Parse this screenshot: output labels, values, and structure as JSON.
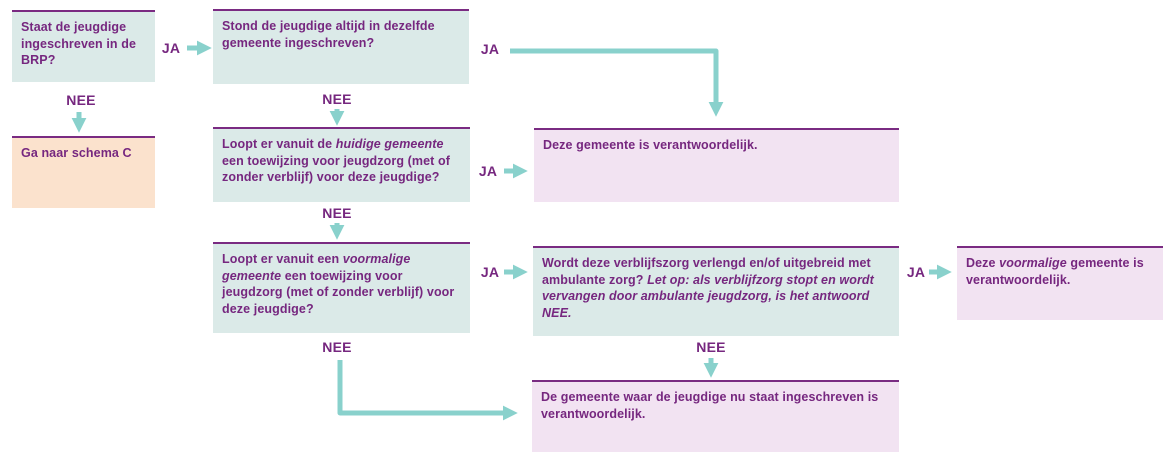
{
  "labels": {
    "yes": "JA",
    "no": "NEE"
  },
  "nodes": {
    "q1": {
      "text": "Staat de jeugdige ingeschreven in de BRP?"
    },
    "action_schema_c": {
      "text": "Ga naar schema C"
    },
    "q2": {
      "text": "Stond de jeugdige altijd in dezelfde gemeente ingeschreven?"
    },
    "q3": {
      "pre": "Loopt er vanuit de ",
      "italic": "huidige gemeente",
      "post": " een toewijzing voor jeugdzorg (met of zonder verblijf) voor deze jeugdige?"
    },
    "q4": {
      "pre": "Loopt er vanuit een ",
      "italic": "voormalige gemeente",
      "post": " een toewijzing voor jeugdzorg (met of zonder verblijf) voor deze jeugdige?"
    },
    "q5": {
      "pre": "Wordt deze verblijfszorg verlengd en/of uitgebreid met ambulante zorg? ",
      "italic": "Let op: als verblijfzorg stopt en wordt vervangen door ambulante jeugdzorg, is het antwoord NEE.",
      "post": ""
    },
    "a1": {
      "text": "Deze gemeente is verantwoordelijk."
    },
    "a2": {
      "pre": "Deze ",
      "italic": "voormalige",
      "post": " gemeente is verantwoordelijk."
    },
    "a3": {
      "text": "De gemeente waar de jeugdige nu staat ingeschreven is verantwoordelijk."
    }
  },
  "colors": {
    "question_fill": "#dbeae8",
    "outcome_fill": "#f2e3f2",
    "action_fill": "#fbe2cd",
    "top_border": "#7a2b82",
    "text": "#76277f",
    "arrow": "#89d1cc"
  }
}
